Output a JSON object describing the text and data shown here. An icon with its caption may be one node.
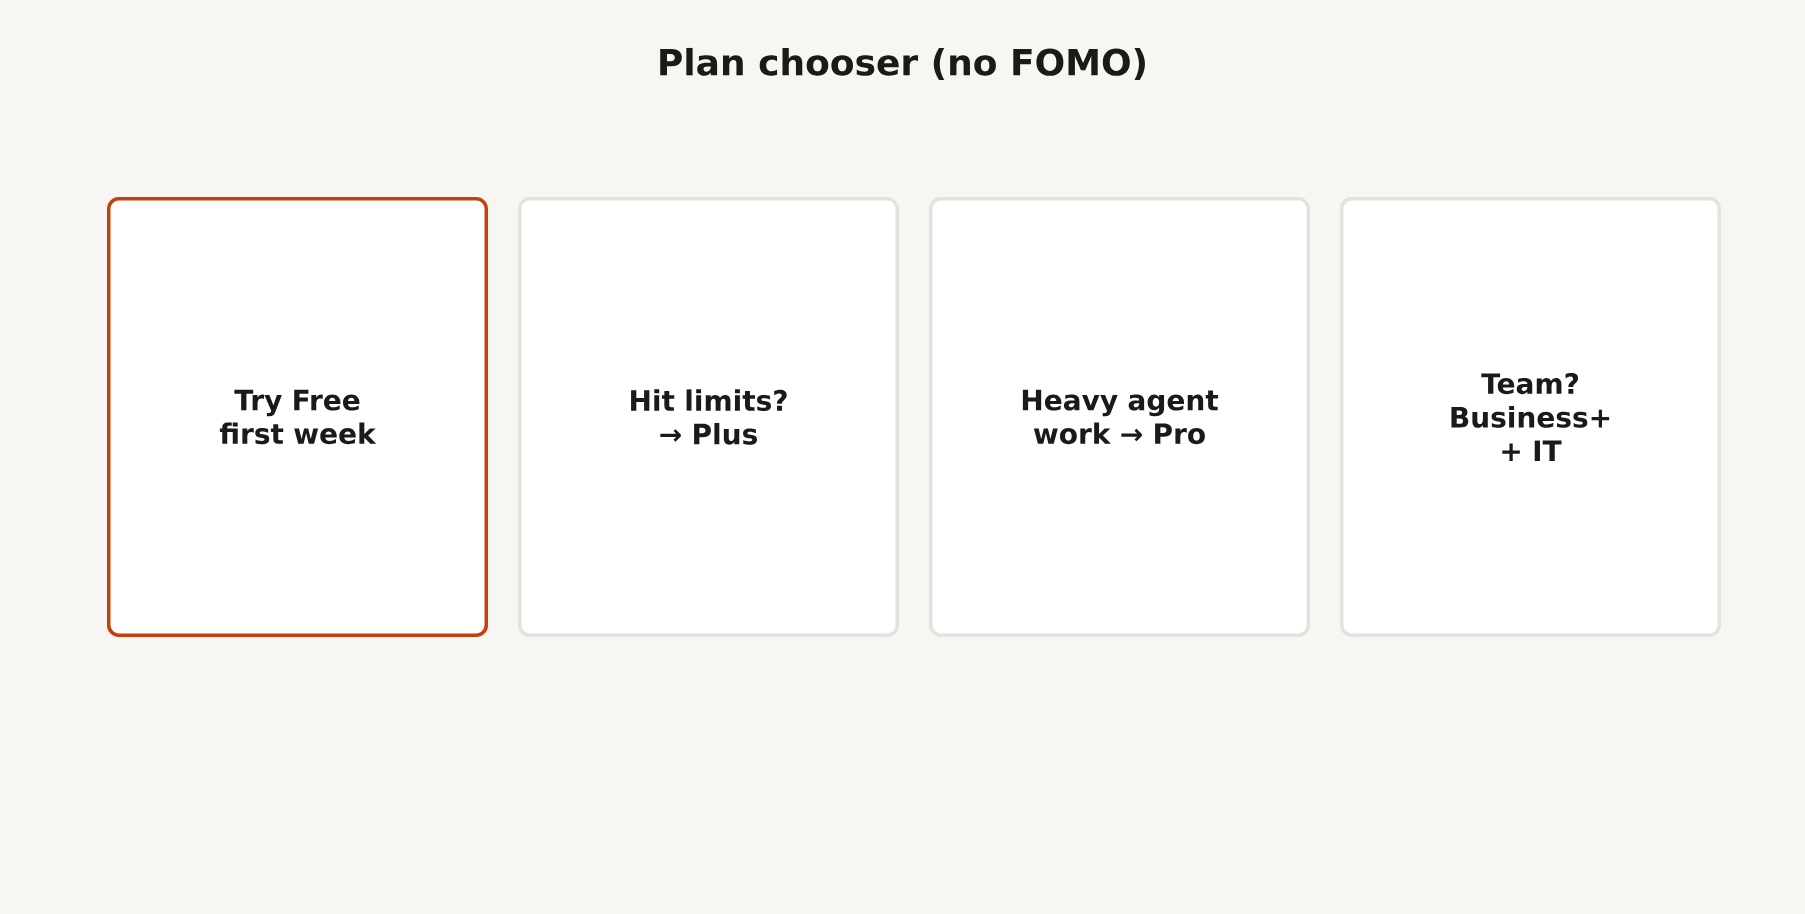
{
  "diagram": {
    "title": "Plan chooser (no FOMO)",
    "nodes": [
      {
        "text": [
          "Try Free first week"
        ]
      },
      {
        "text": [
          "Hit limits? → Plus"
        ]
      },
      {
        "text": [
          "Heavy agent work → Pro"
        ]
      },
      {
        "text": [
          "Team? Business+ + IT"
        ]
      }
    ]
  }
}
